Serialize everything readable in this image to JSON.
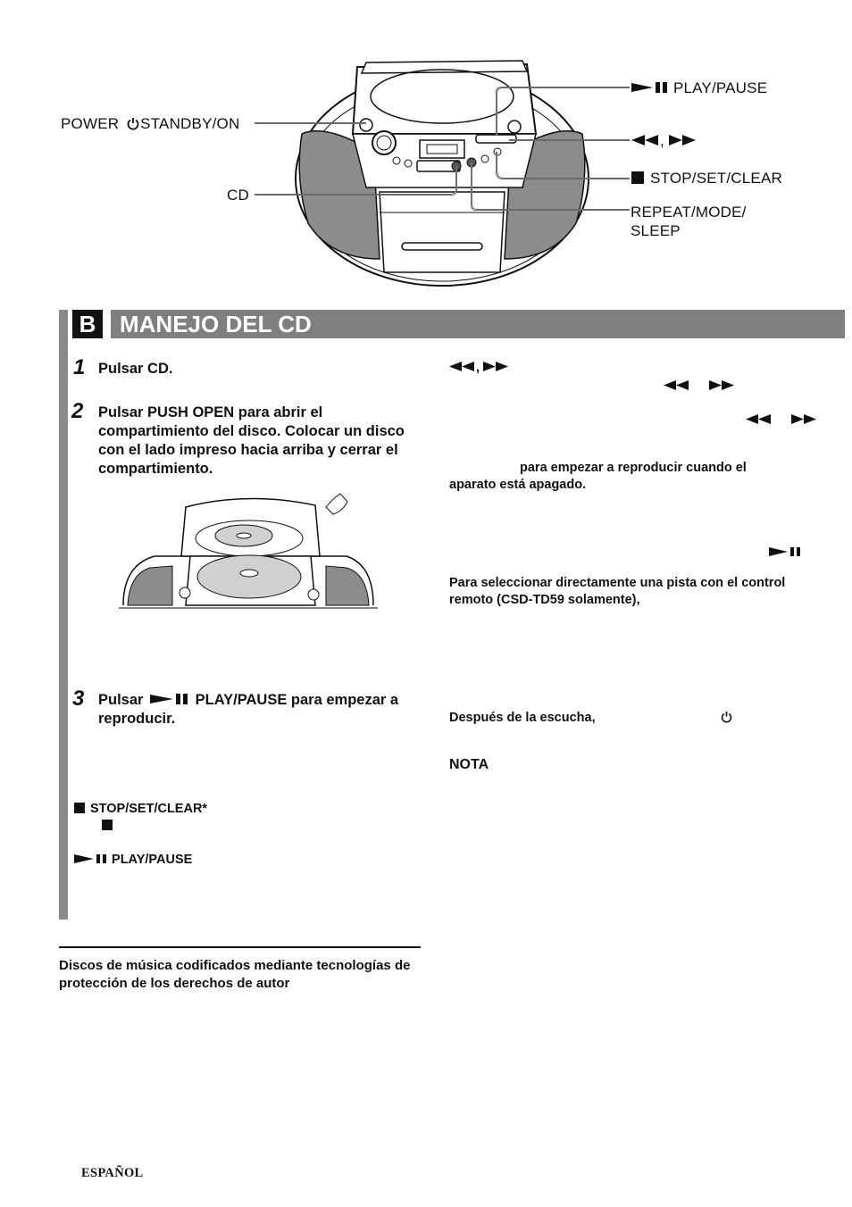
{
  "callouts": {
    "power": "POWER",
    "standby": "STANDBY/ON",
    "cd": "CD",
    "play_pause": "PLAY/PAUSE",
    "skip_sep": ",",
    "stop": "STOP/SET/CLEAR",
    "repeat_line1": "REPEAT/MODE/",
    "repeat_line2": "SLEEP"
  },
  "section": {
    "letter": "B",
    "title": "MANEJO DEL CD"
  },
  "steps": [
    {
      "num": "1",
      "text": "Pulsar CD."
    },
    {
      "num": "2",
      "text": "Pulsar PUSH OPEN para abrir el compartimiento del disco. Colocar un disco con el lado impreso hacia arriba y cerrar el compartimiento."
    },
    {
      "num": "3",
      "pre": "Pulsar",
      "post": "PLAY/PAUSE para empezar a reproducir."
    }
  ],
  "left_buttons": {
    "stop": "STOP/SET/CLEAR",
    "stop_mark": "*",
    "play_pause": "PLAY/PAUSE"
  },
  "right": {
    "skip_sep": ",",
    "start_off": "para empezar a reproducir cuando el aparato está apagado.",
    "direct_select": "Para seleccionar directamente una pista con el control remoto (CSD-TD59 solamente),",
    "after": "Después de la escucha,",
    "nota": "NOTA"
  },
  "copyright_note": "Discos de música codificados mediante tecnologías de protección de los derechos de autor",
  "footer": "ESPAÑOL",
  "colors": {
    "band": "#7f7f7f",
    "speaker": "#8c8c8c",
    "side_bar": "#8a8a8a"
  }
}
